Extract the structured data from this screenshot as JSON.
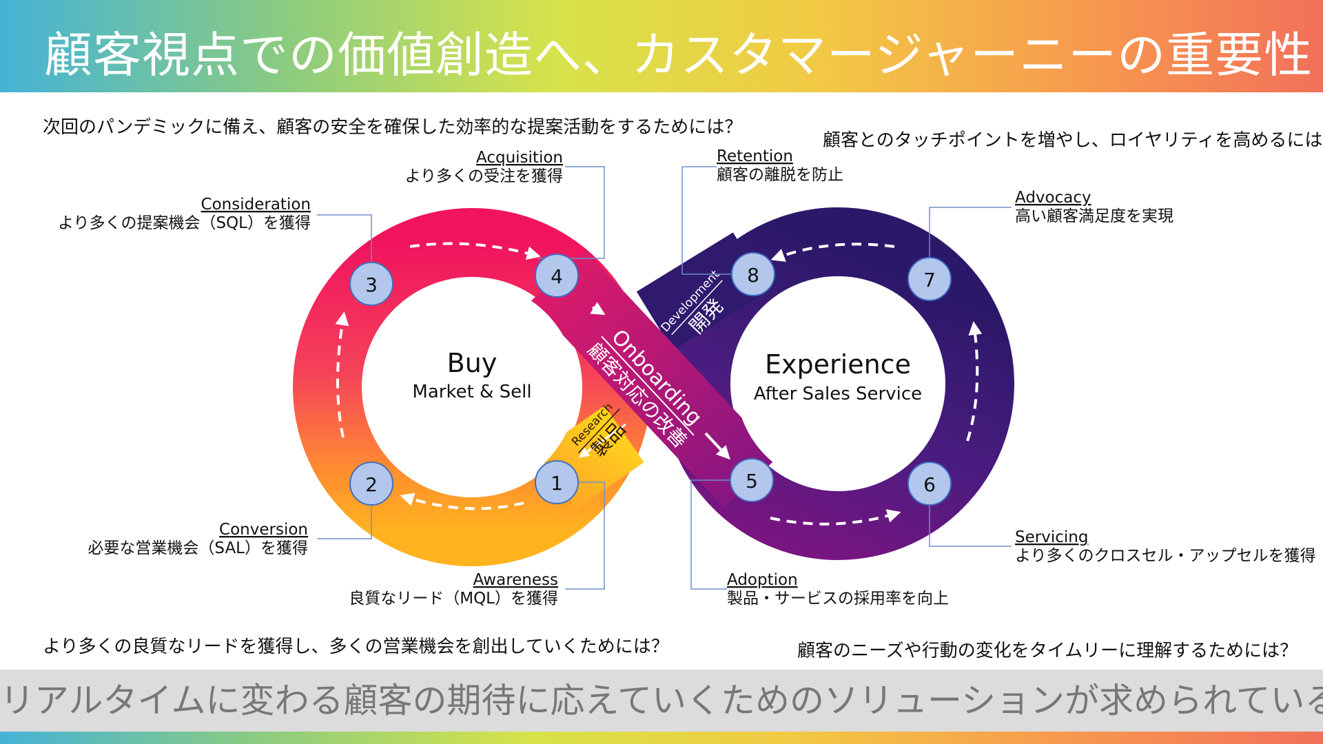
{
  "title": "顧客視点での価値創造へ、カスタマージャーニーの重要性",
  "questions": {
    "top_left": "次回のパンデミックに備え、顧客の安全を確保した効率的な提案活動をするためには？",
    "top_right": "顧客とのタッチポイントを増やし、ロイヤリティを高めるには？",
    "bottom_left": "より多くの良質なリードを獲得し、多くの営業機会を創出していくためには？",
    "bottom_right": "顧客のニーズや行動の変化をタイムリーに理解するためには？"
  },
  "loop": {
    "buy_title": "Buy",
    "buy_sub": "Market & Sell",
    "exp_title": "Experience",
    "exp_sub": "After Sales Service",
    "onboarding": "Onboarding",
    "onboarding_jp": "顧客対応の改善",
    "development": "Development",
    "development_jp": "開発",
    "research": "Research",
    "research_jp": "製品"
  },
  "stages": [
    {
      "num": "1",
      "name": "Awareness",
      "desc": "良質なリード（MQL）を獲得"
    },
    {
      "num": "2",
      "name": "Conversion",
      "desc": "必要な営業機会（SAL）を獲得"
    },
    {
      "num": "3",
      "name": "Consideration",
      "desc": "より多くの提案機会（SQL）を獲得"
    },
    {
      "num": "4",
      "name": "Acquisition",
      "desc": "より多くの受注を獲得"
    },
    {
      "num": "5",
      "name": "Adoption",
      "desc": "製品・サービスの採用率を向上"
    },
    {
      "num": "6",
      "name": "Servicing",
      "desc": "より多くのクロスセル・アップセルを獲得"
    },
    {
      "num": "7",
      "name": "Advocacy",
      "desc": "高い顧客満足度を実現"
    },
    {
      "num": "8",
      "name": "Retention",
      "desc": "顧客の離脱を防止"
    }
  ],
  "banner": "リアルタイムに変わる顧客の期待に応えていくためのソリューションが求められている",
  "colors": {
    "pink": "#f0145e",
    "orange": "#ff9c2a",
    "yellow": "#ffd21e",
    "purple": "#3c1d78",
    "navy": "#2c1869",
    "node_fill": "#b3c7ec",
    "node_stroke": "#3f6ec2"
  }
}
